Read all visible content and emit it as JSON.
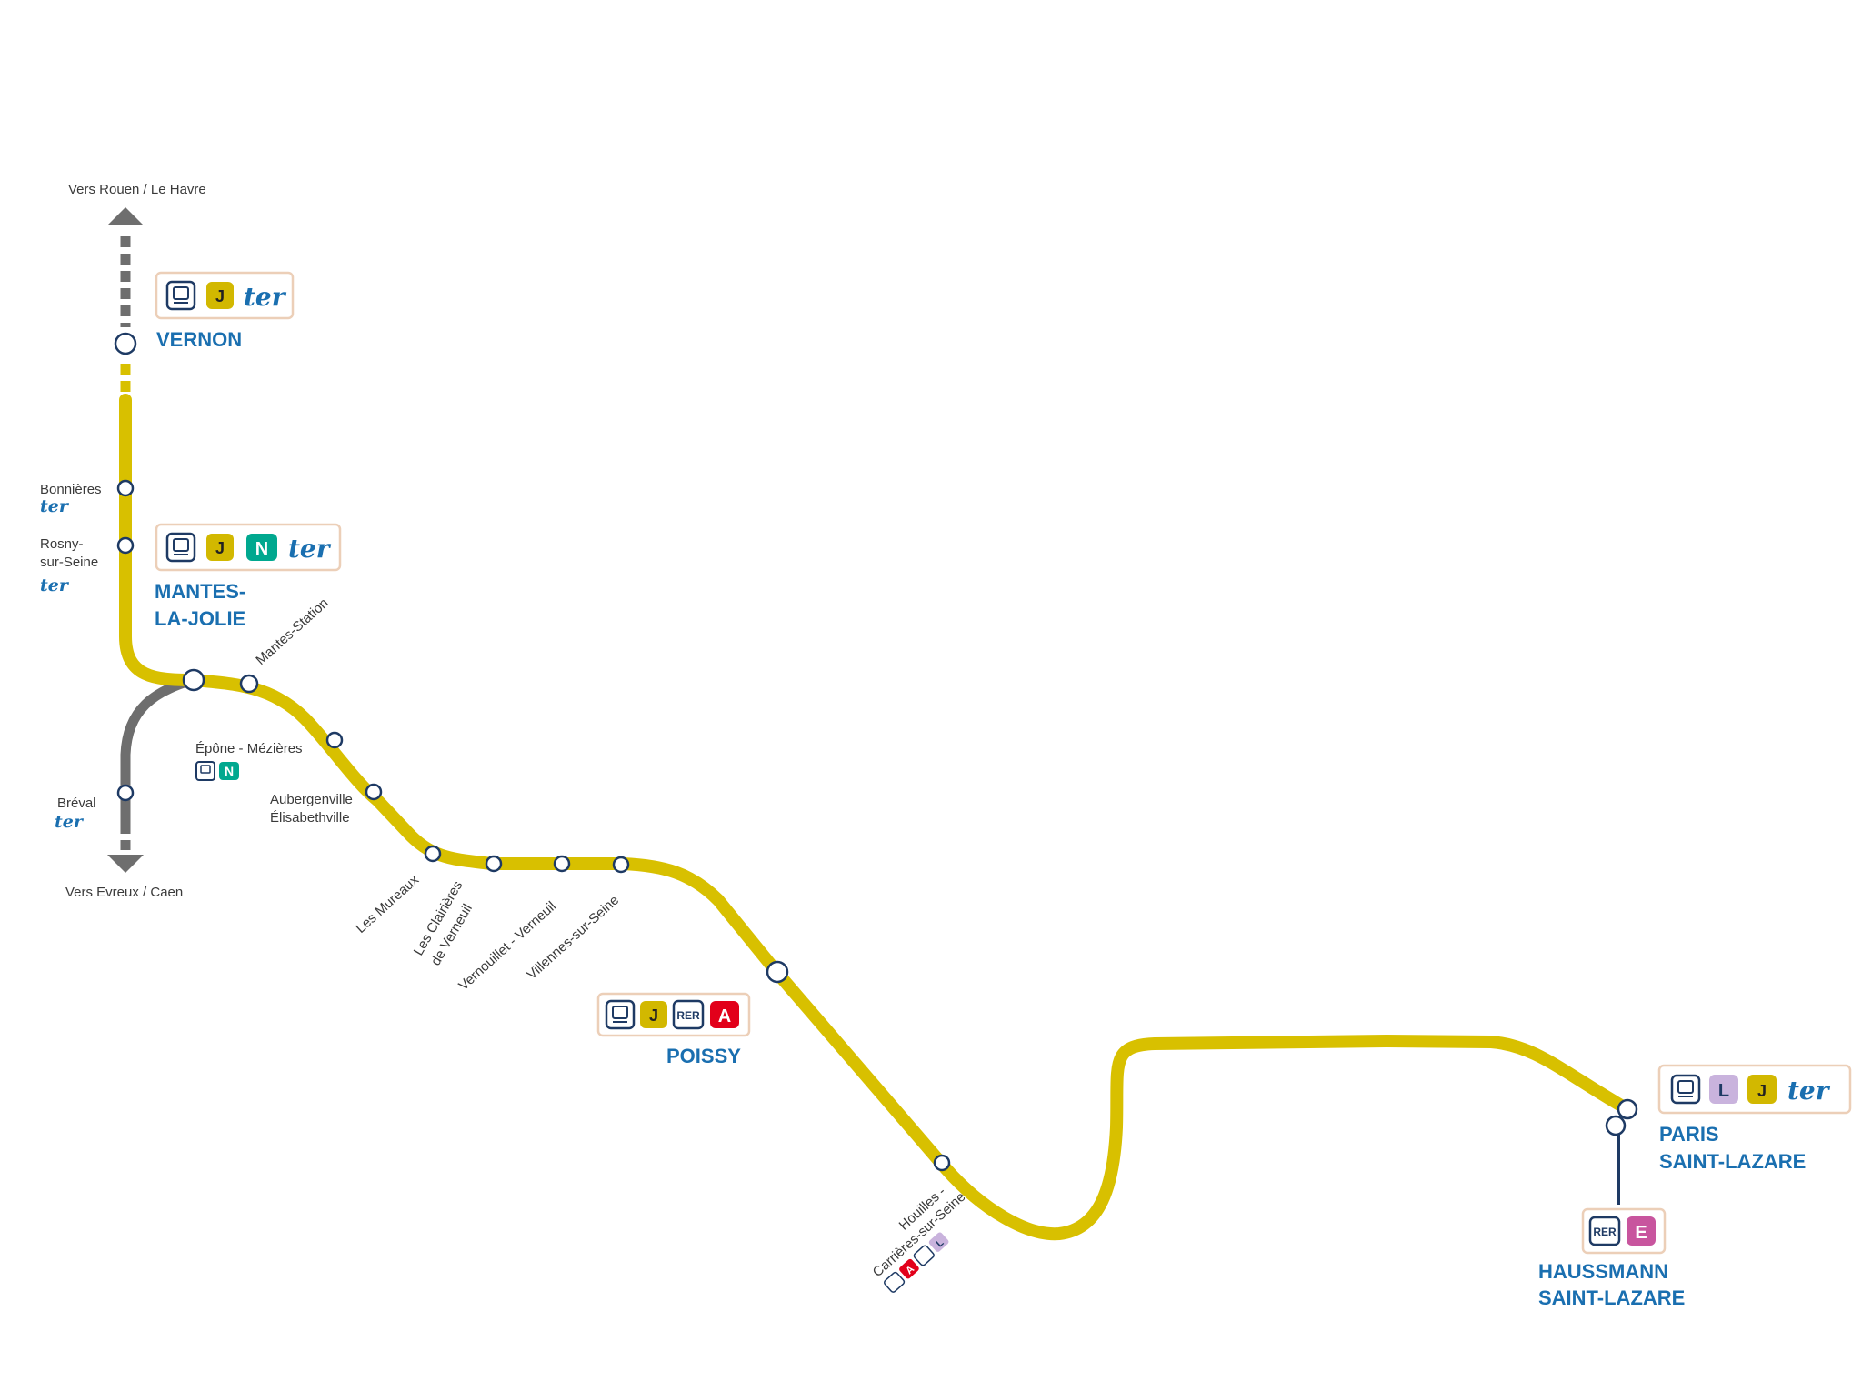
{
  "line": {
    "color_main": "#d8c000",
    "color_branch": "#6e6e6e",
    "color_dark": "#1e3a64",
    "color_blue": "#1a6fb0"
  },
  "directions": {
    "north": "Vers Rouen / Le Havre",
    "south": "Vers Evreux / Caen"
  },
  "major_stations": {
    "vernon": "VERNON",
    "mantes_1": "MANTES-",
    "mantes_2": "LA-JOLIE",
    "poissy": "POISSY",
    "paris_1": "PARIS",
    "paris_2": "SAINT-LAZARE",
    "haussmann_1": "HAUSSMANN",
    "haussmann_2": "SAINT-LAZARE"
  },
  "stations": {
    "bonnieres": "Bonnières",
    "rosny_1": "Rosny-",
    "rosny_2": "sur-Seine",
    "breval": "Bréval",
    "mantes_station": "Mantes-Station",
    "epone": "Épône - Mézières",
    "aubergenville_1": "Aubergenville",
    "aubergenville_2": "Élisabethville",
    "les_mureaux": "Les Mureaux",
    "clairieres_1": "Les Clairières",
    "clairieres_2": "de Verneuil",
    "vernouillet": "Vernouillet - Verneuil",
    "villennes": "Villennes-sur-Seine",
    "houilles_1": "Houilles -",
    "houilles_2": "Carrières-sur-Seine"
  },
  "badges": {
    "J": "J",
    "N": "N",
    "L": "L",
    "A": "A",
    "E": "E",
    "RER": "RER",
    "ter": "ter"
  },
  "badge_colors": {
    "J": "#d2b800",
    "N": "#00a88f",
    "L": "#c9b3dd",
    "A": "#e2001a",
    "E": "#c8559e"
  }
}
